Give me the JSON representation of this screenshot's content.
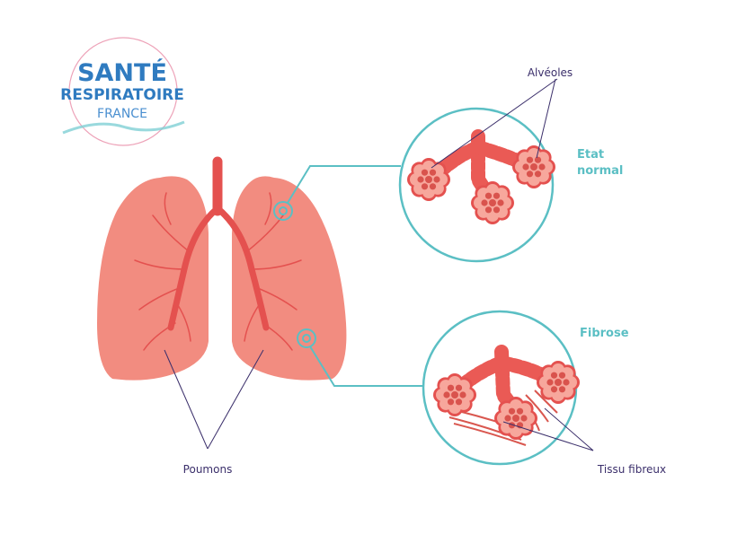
{
  "logo": {
    "line1": "SANTÉ",
    "line2": "RESPIRATOIRE",
    "line3": "FRANCE"
  },
  "labels": {
    "alveoles": "Alvéoles",
    "etat_normal_1": "Etat",
    "etat_normal_2": "normal",
    "fibrose": "Fibrose",
    "tissu_fibreux": "Tissu fibreux",
    "poumons": "Poumons"
  },
  "colors": {
    "lung": "#f28c80",
    "airway": "#e4514f",
    "teal": "#5bbfc4",
    "label": "#3b2f6b",
    "logo_blue": "#2f7bc0"
  }
}
